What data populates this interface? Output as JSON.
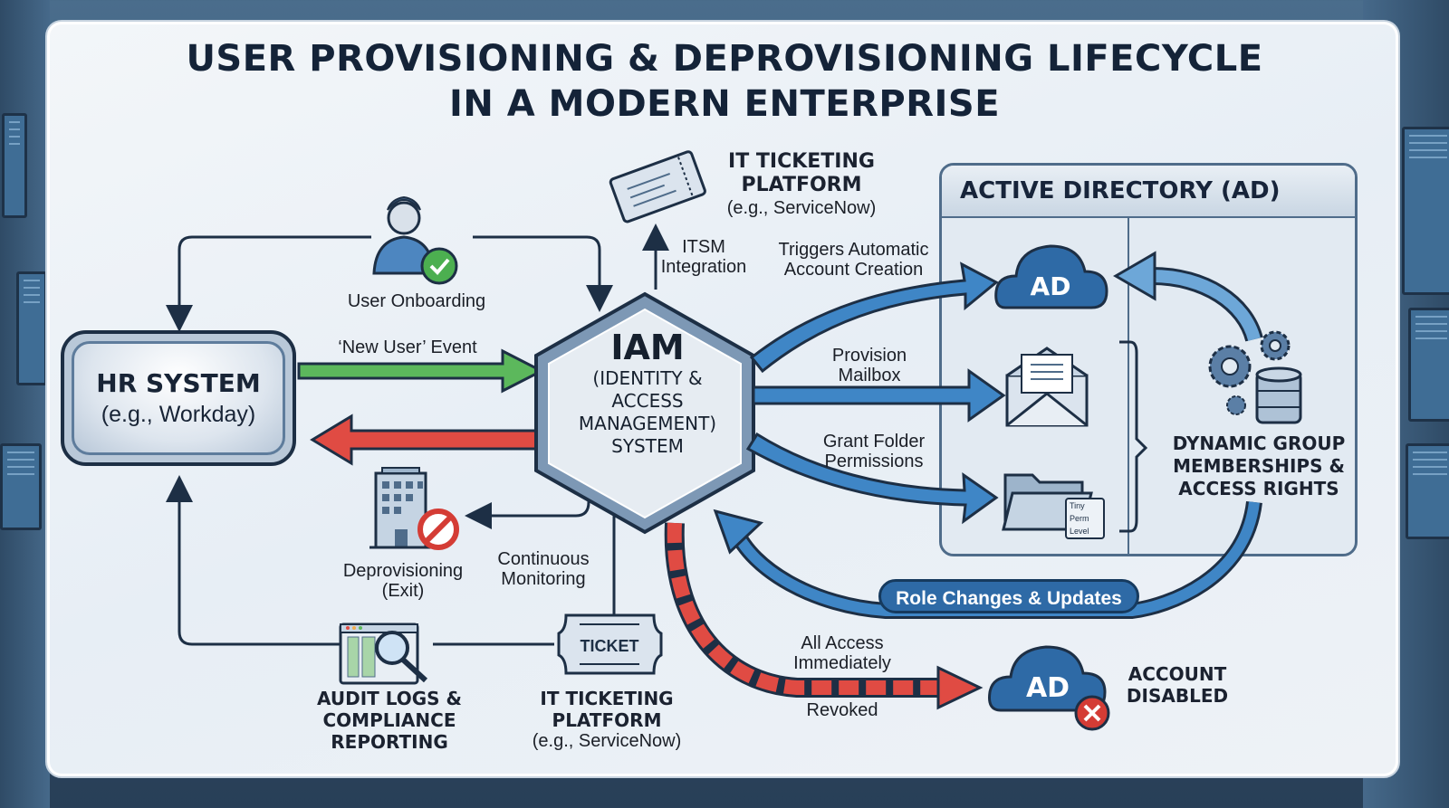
{
  "title": {
    "line1": "USER PROVISIONING & DEPROVISIONING LIFECYCLE",
    "line2": "IN A MODERN ENTERPRISE"
  },
  "hr_system": {
    "title": "HR SYSTEM",
    "subtitle": "(e.g., Workday)"
  },
  "iam": {
    "title": "IAM",
    "line1": "(IDENTITY &",
    "line2": "ACCESS",
    "line3": "MANAGEMENT)",
    "line4": "SYSTEM"
  },
  "user_onboarding": {
    "label": "User Onboarding",
    "icon": "user-check-icon"
  },
  "new_user_event": {
    "label": "‘New User’ Event"
  },
  "ticketing_top": {
    "title_line1": "IT TICKETING",
    "title_line2": "PLATFORM",
    "subtitle": "(e.g., ServiceNow)",
    "icon": "ticket-icon"
  },
  "itsm": {
    "line1": "ITSM",
    "line2": "Integration"
  },
  "triggers": {
    "line1": "Triggers Automatic",
    "line2": "Account Creation"
  },
  "provision_mailbox": {
    "line1": "Provision",
    "line2": "Mailbox"
  },
  "grant_folder": {
    "line1": "Grant Folder",
    "line2": "Permissions"
  },
  "active_directory": {
    "title": "ACTIVE DIRECTORY (AD)",
    "ad_label": "AD",
    "folder_tags": [
      "Tiny",
      "Perm",
      "Level"
    ],
    "dynamic_group": {
      "line1": "DYNAMIC GROUP",
      "line2": "MEMBERSHIPS &",
      "line3": "ACCESS RIGHTS"
    }
  },
  "role_changes": {
    "label": "Role Changes & Updates"
  },
  "deprovisioning": {
    "line1": "Deprovisioning",
    "line2": "(Exit)",
    "icon": "building-blocked-icon"
  },
  "continuous_monitoring": {
    "line1": "Continuous",
    "line2": "Monitoring"
  },
  "audit_logs": {
    "line1": "AUDIT LOGS &",
    "line2": "COMPLIANCE",
    "line3": "REPORTING",
    "icon": "audit-search-icon"
  },
  "ticketing_bottom": {
    "ticket_label": "TICKET",
    "title_line1": "IT TICKETING",
    "title_line2": "PLATFORM",
    "subtitle": "(e.g., ServiceNow)"
  },
  "revoke": {
    "line1": "All Access",
    "line2": "Immediately",
    "line3": "Revoked"
  },
  "account_disabled": {
    "ad_label": "AD",
    "line1": "ACCOUNT",
    "line2": "DISABLED"
  },
  "colors": {
    "provision_green": "#5cb85c",
    "deprovision_red": "#e04b43",
    "flow_blue": "#3f86c6",
    "dark_navy": "#1d2f45"
  }
}
